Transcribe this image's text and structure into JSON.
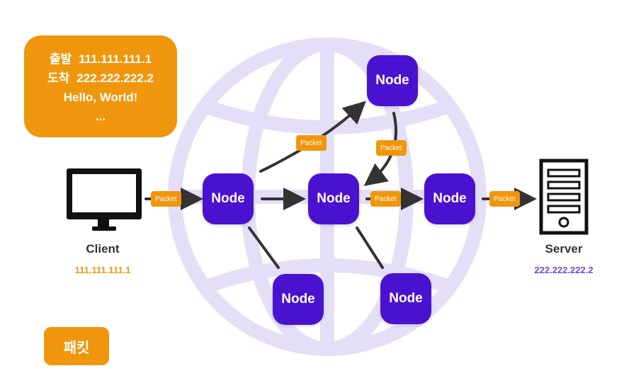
{
  "info": {
    "from_label": "출발",
    "from_ip": "111.111.111.1",
    "to_label": "도착",
    "to_ip": "222.222.222.2",
    "message": "Hello, World!",
    "more": "..."
  },
  "client": {
    "title": "Client",
    "ip": "111.111.111.1"
  },
  "server": {
    "title": "Server",
    "ip": "222.222.222.2"
  },
  "nodes": [
    "Node",
    "Node",
    "Node",
    "Node",
    "Node",
    "Node"
  ],
  "packets": [
    "Packet",
    "Packet",
    "Packet",
    "Packet",
    "Packet"
  ],
  "legend": {
    "label": "패킷"
  },
  "colors": {
    "accent": "#f0960c",
    "node": "#4a12cf",
    "globe": "#e4dff7",
    "server_ip": "#6a4bd6",
    "arrow": "#333333"
  }
}
